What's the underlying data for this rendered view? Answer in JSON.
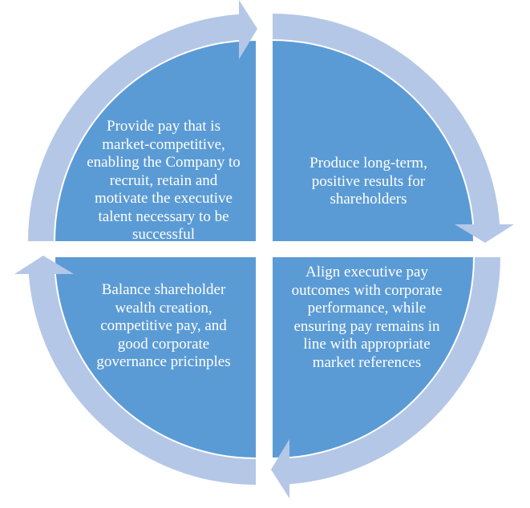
{
  "colors": {
    "segment": "#5b9bd5",
    "arrow": "#b4c7e7",
    "text": "#ffffff"
  },
  "segments": [
    {
      "text": "Provide pay that is market-competitive, enabling the Company to recruit, retain and motivate the executive talent necessary to be successful"
    },
    {
      "text": "Produce long-term, positive results for shareholders"
    },
    {
      "text": "Align executive pay outcomes with corporate performance, while ensuring pay remains in line with appropriate market references"
    },
    {
      "text": "Balance shareholder wealth creation, competitive pay, and good corporate governance pricinples"
    }
  ]
}
